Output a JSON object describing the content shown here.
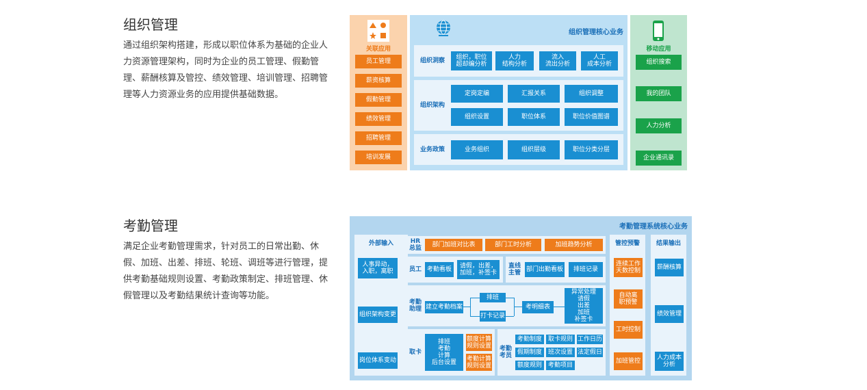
{
  "sections": {
    "org": {
      "title": "组织管理",
      "desc": "通过组织架构搭建，形成以职位体系为基础的企业人力资源管理架构，同时为企业的员工管理、假勤管理、薪酬核算及管控、绩效管理、培训管理、招聘管理等人力资源业务的应用提供基础数据。"
    },
    "attendance": {
      "title": "考勤管理",
      "desc": "满足企业考勤管理需求，针对员工的日常出勤、休假、加班、出差、排班、轮班、调班等进行管理，提供考勤基础规则设置、考勤政策制定、排班管理、休假管理以及考勤结果统计查询等功能。"
    }
  },
  "org_diagram": {
    "left_title": "关联应用",
    "left_items": [
      "员工管理",
      "薪资核算",
      "假勤管理",
      "绩效管理",
      "招聘管理",
      "培训发展"
    ],
    "center_title": "组织管理核心业务",
    "rows": [
      {
        "label": "组织洞察",
        "items": [
          "组织，职位\n超却编分析",
          "人力\n结构分析",
          "流入\n流出分析",
          "人工\n成本分析"
        ]
      },
      {
        "label": "组织架构",
        "items": [
          "定岗定编",
          "汇报关系",
          "组织调整",
          "组织设置",
          "职位体系",
          "职位价值图谱"
        ]
      },
      {
        "label": "业务政策",
        "items": [
          "业务组织",
          "组织层级",
          "职位分类分层"
        ]
      }
    ],
    "right_title": "移动应用",
    "right_items": [
      "组织搜索",
      "我的团队",
      "人力分析",
      "企业通讯录"
    ],
    "colors": {
      "orange": "#ee7c1b",
      "blue": "#1a8fd2",
      "green": "#1aa24a"
    }
  },
  "att_diagram": {
    "title": "考勤管理系统核心业务",
    "ext_input": {
      "title": "外部输入",
      "items": [
        "人事异动，\n入职，离职",
        "组织架构变更",
        "岗位体系变动"
      ]
    },
    "hr": {
      "label": "HR\n总监",
      "items": [
        "部门加班对比表",
        "部门工时分析",
        "加班趋势分析"
      ]
    },
    "employee": {
      "label": "员工",
      "items": [
        "考勤看板",
        "请假，出差，\n加班，补签卡"
      ]
    },
    "supervisor": {
      "label": "直线\n主管",
      "items": [
        "部门出勤看板",
        "排班记录"
      ]
    },
    "assistant": {
      "label": "考勤\n助理",
      "archive": "建立考勤档案",
      "schedule": "排班",
      "punch": "打卡记录",
      "detail": "考明细表",
      "exceptions": "异常处理\n请假\n出差\n加班\n补签卡"
    },
    "card": {
      "label": "取卡",
      "blue": "排班\n考勤\n计算\n后台设置",
      "orange": [
        "额度计算\n规则设置",
        "考勤计算\n规则设置"
      ]
    },
    "clerk": {
      "label": "考勤\n考员",
      "items": [
        "考勤制度",
        "取卡规则",
        "工作日历",
        "假期制度",
        "班次设置",
        "法定假日",
        "额度规则",
        "考勤项目"
      ]
    },
    "control": {
      "title": "管控预警",
      "items": [
        "连续工作\n天数控制",
        "自动离\n职预警",
        "工时控制",
        "加班管控"
      ]
    },
    "output": {
      "title": "结果输出",
      "items": [
        "薪酬核算",
        "绩效管理",
        "人力成本\n分析"
      ]
    }
  }
}
